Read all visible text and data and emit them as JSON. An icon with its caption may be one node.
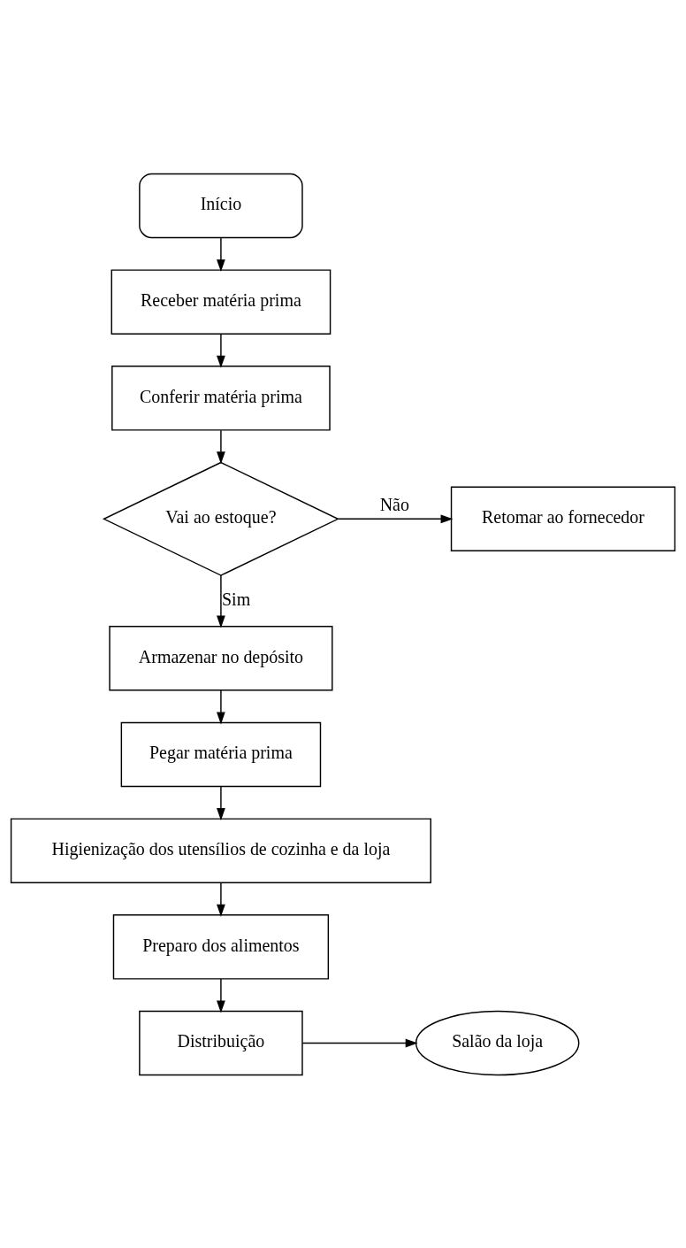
{
  "diagram": {
    "nodes": [
      {
        "text": [
          "Início"
        ]
      },
      {
        "text": [
          "Receber matéria prima"
        ]
      },
      {
        "text": [
          "Conferir matéria prima"
        ]
      },
      {
        "text": [
          "Vai ao estoque?"
        ]
      },
      {
        "text": [
          "Retomar ao fornecedor"
        ]
      },
      {
        "text": [
          "Armazenar no depósito"
        ]
      },
      {
        "text": [
          "Pegar matéria prima"
        ]
      },
      {
        "text": [
          "Higienização dos utensílios de cozinha e da loja"
        ]
      },
      {
        "text": [
          "Preparo dos alimentos"
        ]
      },
      {
        "text": [
          "Distribuição"
        ]
      },
      {
        "text": [
          "Salão da loja"
        ]
      }
    ],
    "edges": [
      {
        "from": 0,
        "to": 1,
        "arrow": "to"
      },
      {
        "from": 1,
        "to": 2,
        "arrow": "to"
      },
      {
        "from": 2,
        "to": 3,
        "arrow": "to"
      },
      {
        "from": 3,
        "to": 4,
        "arrow": "to",
        "label": "Não"
      },
      {
        "from": 3,
        "to": 5,
        "arrow": "to",
        "label": "Sim"
      },
      {
        "from": 5,
        "to": 6,
        "arrow": "to"
      },
      {
        "from": 6,
        "to": 7,
        "arrow": "to"
      },
      {
        "from": 7,
        "to": 8,
        "arrow": "to"
      },
      {
        "from": 8,
        "to": 9,
        "arrow": "to"
      },
      {
        "from": 9,
        "to": 10,
        "arrow": "to"
      }
    ]
  }
}
